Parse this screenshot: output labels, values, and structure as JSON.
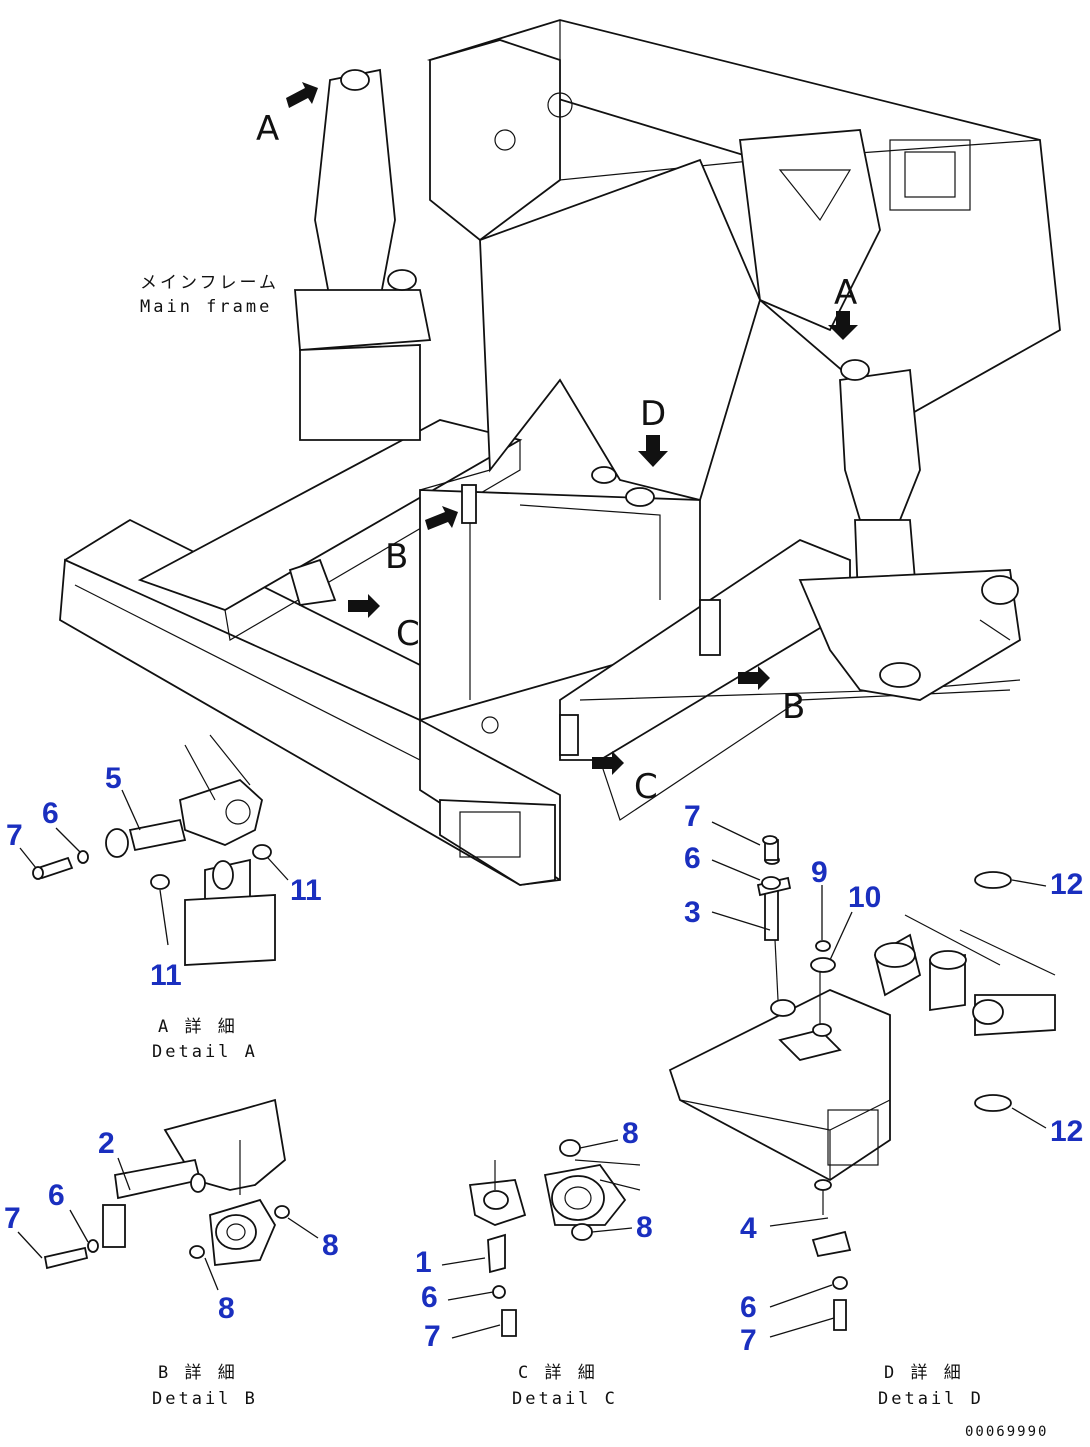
{
  "view_labels": {
    "a_top": "A",
    "a_right": "A",
    "b_center": "B",
    "c_center": "C",
    "b_right": "B",
    "c_bottom": "C",
    "d_center": "D"
  },
  "main_frame": {
    "jp": "メインフレーム",
    "en": "Main frame"
  },
  "details": {
    "a": {
      "jp": "A 詳 細",
      "en": "Detail A"
    },
    "b": {
      "jp": "B 詳 細",
      "en": "Detail B"
    },
    "c": {
      "jp": "C 詳 細",
      "en": "Detail C"
    },
    "d": {
      "jp": "D 詳 細",
      "en": "Detail D"
    }
  },
  "parts": {
    "a5": "5",
    "a6": "6",
    "a7": "7",
    "a11r": "11",
    "a11b": "11",
    "b2": "2",
    "b6": "6",
    "b7": "7",
    "b8r": "8",
    "b8b": "8",
    "c8t": "8",
    "c8b": "8",
    "c1": "1",
    "c6": "6",
    "c7": "7",
    "d7": "7",
    "d6": "6",
    "d3": "3",
    "d9": "9",
    "d10": "10",
    "d12t": "12",
    "d12b": "12",
    "d4": "4",
    "d6b": "6",
    "d7b": "7"
  },
  "drawing_code": "00069990"
}
